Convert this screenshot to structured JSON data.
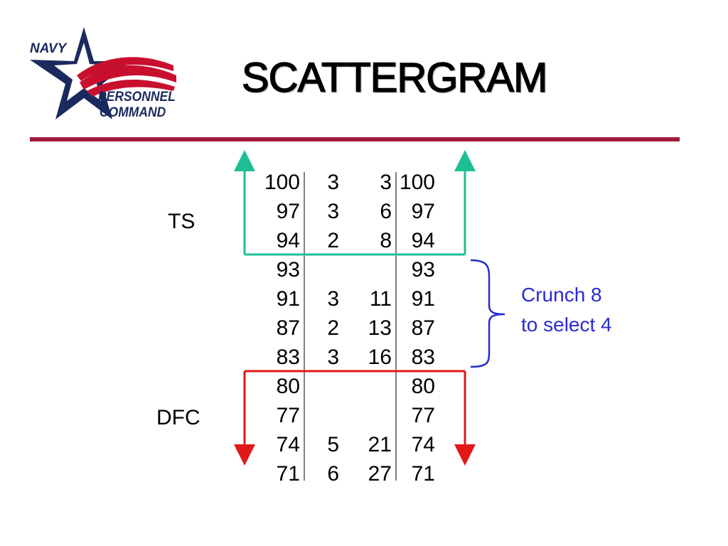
{
  "header": {
    "title": "SCATTERGRAM",
    "logo": {
      "line1": "NAVY",
      "line2": "PERSONNEL",
      "line3": "COMMAND"
    }
  },
  "labels": {
    "ts": "TS",
    "dfc": "DFC"
  },
  "callout": {
    "line1": "Crunch 8",
    "line2": "to select 4"
  },
  "table": {
    "rows": [
      [
        "100",
        "3",
        "3",
        "100"
      ],
      [
        "97",
        "3",
        "6",
        "97"
      ],
      [
        "94",
        "2",
        "8",
        "94"
      ],
      [
        "93",
        "",
        "",
        "93"
      ],
      [
        "91",
        "3",
        "11",
        "91"
      ],
      [
        "87",
        "2",
        "13",
        "87"
      ],
      [
        "83",
        "3",
        "16",
        "83"
      ],
      [
        "80",
        "",
        "",
        "80"
      ],
      [
        "77",
        "",
        "",
        "77"
      ],
      [
        "74",
        "5",
        "21",
        "74"
      ],
      [
        "71",
        "6",
        "27",
        "71"
      ]
    ]
  },
  "colors": {
    "ts_bracket": "#1fbf94",
    "dfc_bracket": "#e01818",
    "brace": "#2b2bd0",
    "rule": "#a11d3c",
    "navy": "#1b2a5e",
    "logo_red": "#c8102e"
  }
}
